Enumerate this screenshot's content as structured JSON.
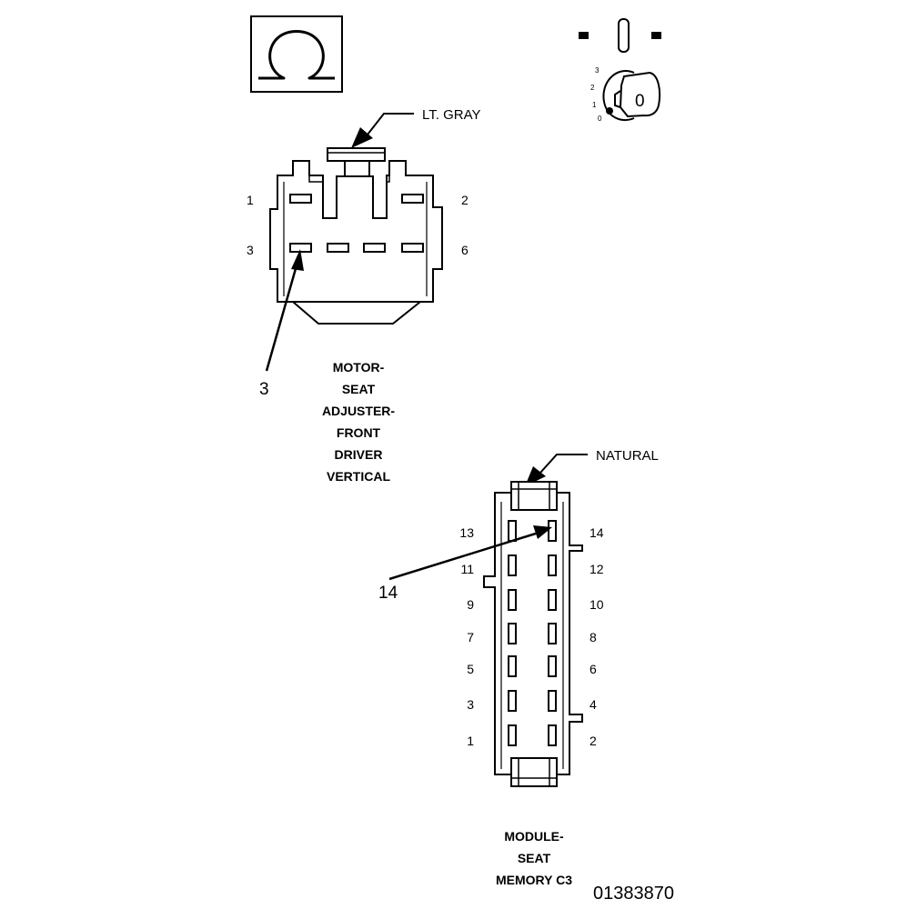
{
  "ohm_symbol": "Ω",
  "ignition": {
    "key_glyph": "0",
    "positions": [
      "3",
      "2",
      "1",
      "0"
    ]
  },
  "connector1": {
    "wire_color_label": "LT. GRAY",
    "pins": [
      "1",
      "2",
      "3",
      "6"
    ],
    "callout_pin": "3",
    "title_lines": [
      "MOTOR-",
      "SEAT",
      "ADJUSTER-",
      "FRONT",
      "DRIVER",
      "VERTICAL"
    ]
  },
  "connector2": {
    "wire_color_label": "NATURAL",
    "pins_left": [
      "13",
      "11",
      "9",
      "7",
      "5",
      "3",
      "1"
    ],
    "pins_right": [
      "14",
      "12",
      "10",
      "8",
      "6",
      "4",
      "2"
    ],
    "callout_pin": "14",
    "title_lines": [
      "MODULE-",
      "SEAT",
      "MEMORY C3"
    ]
  },
  "figure_id": "01383870"
}
